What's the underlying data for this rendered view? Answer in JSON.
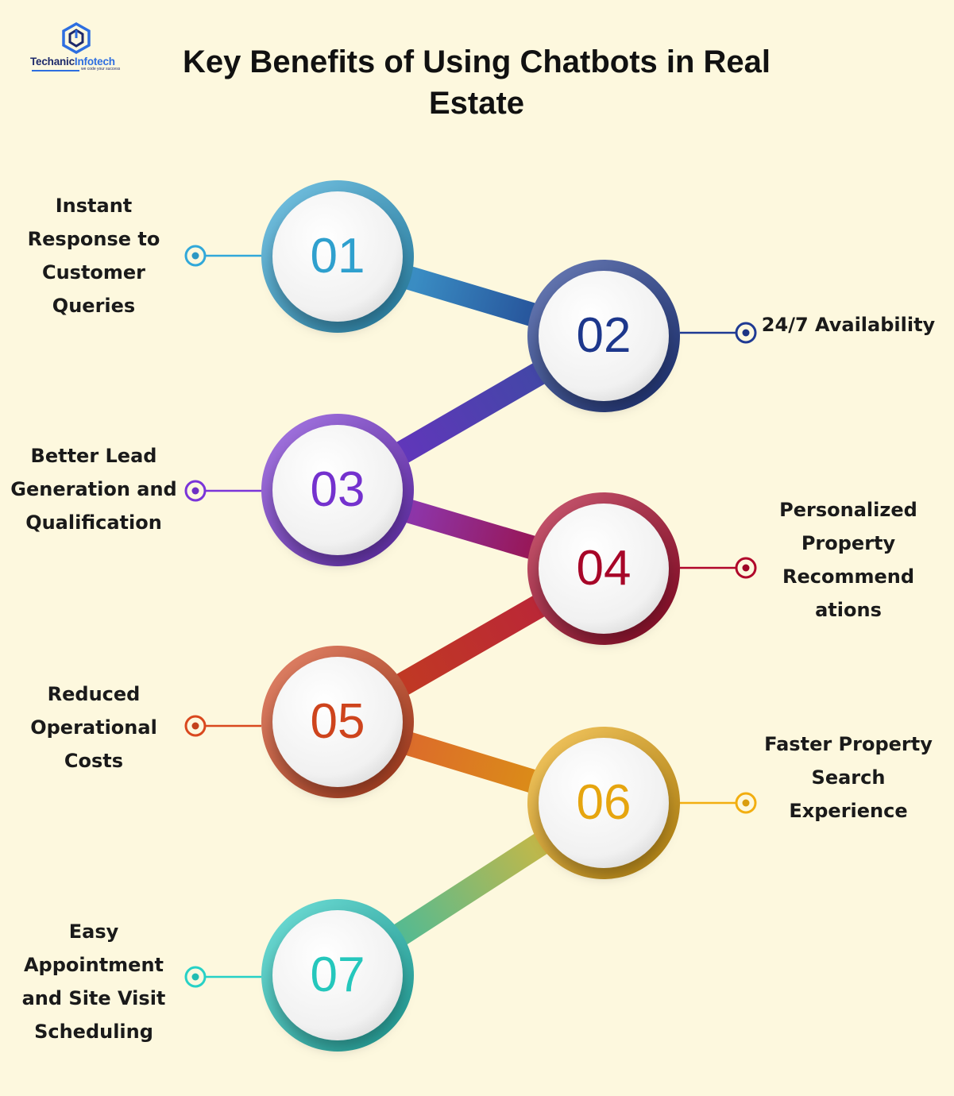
{
  "logo": {
    "brand_part1": "Techanic",
    "brand_part2": "Infotech",
    "tagline": "we code your success",
    "icon": "cube-logo-icon"
  },
  "title": "Key Benefits of Using Chatbots in Real Estate",
  "colors": {
    "background": "#fdf8de"
  },
  "steps": [
    {
      "number": "01",
      "label": "Instant Response to Customer Queries",
      "side": "left",
      "color": "#31a8d9"
    },
    {
      "number": "02",
      "label": "24/7 Availability",
      "side": "right",
      "color": "#1f3a93"
    },
    {
      "number": "03",
      "label": "Better Lead Generation and Qualification",
      "side": "left",
      "color": "#7a34d9"
    },
    {
      "number": "04",
      "label": "Personalized Property Recommend ations",
      "side": "right",
      "color": "#b0062a"
    },
    {
      "number": "05",
      "label": "Reduced Operational Costs",
      "side": "left",
      "color": "#d9481e"
    },
    {
      "number": "06",
      "label": "Faster Property Search Experience",
      "side": "right",
      "color": "#f2ae10"
    },
    {
      "number": "07",
      "label": "Easy Appointment and Site Visit Scheduling",
      "side": "left",
      "color": "#27d1c6"
    }
  ]
}
